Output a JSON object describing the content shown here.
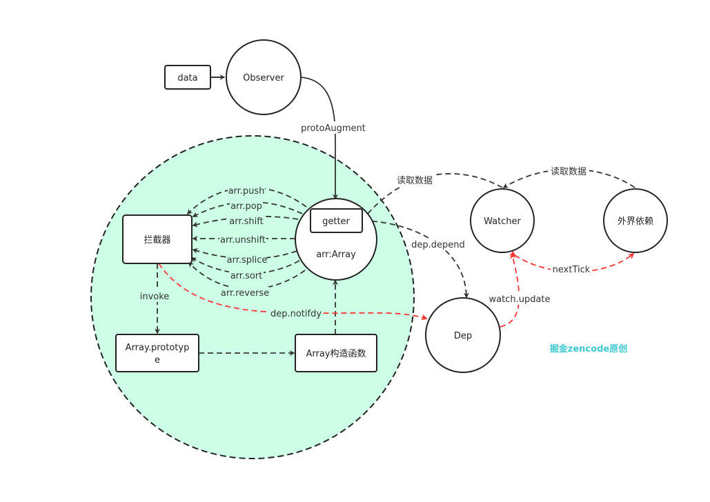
{
  "nodes": {
    "data": "data",
    "observer": "Observer",
    "interceptor": "拦截器",
    "getter": "getter",
    "arr_array": "arr:Array",
    "array_prototype_line1": "Array.prototyp",
    "array_prototype_line2": "e",
    "array_constructor": "Array构造函数",
    "watcher": "Watcher",
    "external_dep": "外界依赖",
    "dep": "Dep"
  },
  "edges": {
    "proto_augment": "protoAugment",
    "arr_push": "arr.push",
    "arr_pop": "arr.pop",
    "arr_shift": "arr.shift",
    "arr_unshift": "arr.unshift",
    "arr_splice": "arr.splice",
    "arr_sort": "arr.sort",
    "arr_reverse": "arr.reverse",
    "invoke": "invoke",
    "dep_notify": "dep.notifdy",
    "dep_depend": "dep.depend",
    "read_data_1": "读取数据",
    "read_data_2": "读取数据",
    "watch_update": "watch.update",
    "next_tick": "nextTick"
  },
  "watermark": "掘金zencode原创",
  "colors": {
    "scope_fill": "#ccffe6",
    "stroke": "#333333",
    "highlight": "#ff3333",
    "brand": "#3ec7cf"
  }
}
